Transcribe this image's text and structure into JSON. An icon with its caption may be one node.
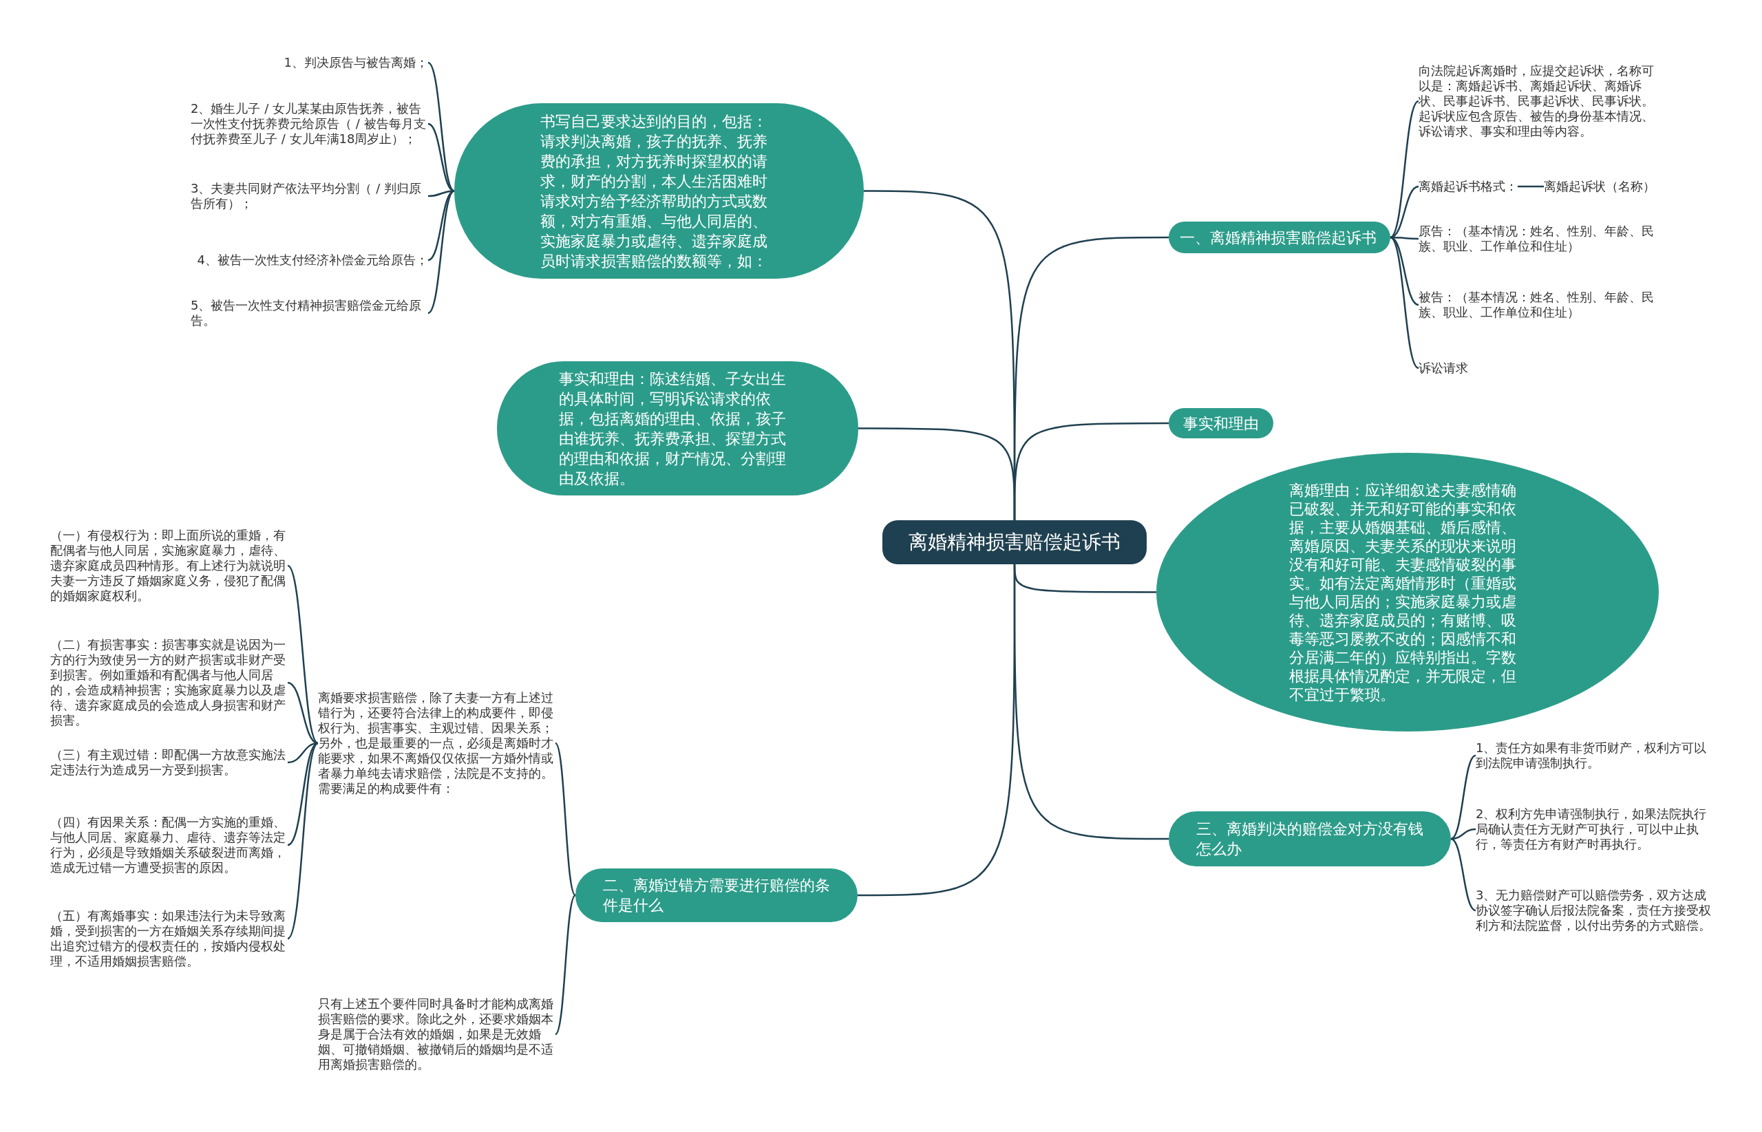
{
  "diagram": {
    "nodes": [
      {
        "text": [
          "离婚精神损害赔偿起诉书"
        ]
      },
      {
        "text": [
          "书写自己要求达到的目的，包括：请求判决离婚，孩子的抚养、抚养费的承担，对方抚养时探望权的请求，财产的分割，本人生活困难时请求对方给予经济帮助的方式或数额，对方有重婚、与他人同居的、实施家庭暴力或虐待、遗弃家庭成员时请求损害赔偿的数额等，如："
        ]
      },
      {
        "text": [
          "1、判决原告与被告离婚；"
        ]
      },
      {
        "text": [
          "2、婚生儿子 / 女儿某某由原告抚养，被告一次性支付抚养费元给原告（ / 被告每月支付抚养费至儿子 / 女儿年满18周岁止）；"
        ]
      },
      {
        "text": [
          "3、夫妻共同财产依法平均分割（ / 判归原告所有）；"
        ]
      },
      {
        "text": [
          "4、被告一次性支付经济补偿金元给原告；"
        ]
      },
      {
        "text": [
          "5、被告一次性支付精神损害赔偿金元给原告。"
        ]
      },
      {
        "text": [
          "事实和理由：陈述结婚、子女出生的具体时间，写明诉讼请求的依据，包括离婚的理由、依据，孩子由谁抚养、抚养费承担、探望方式的理由和依据，财产情况、分割理由及依据。"
        ]
      },
      {
        "text": [
          "二、离婚过错方需要进行赔偿的条件是什么"
        ]
      },
      {
        "text": [
          "离婚要求损害赔偿，除了夫妻一方有上述过错行为，还要符合法律上的构成要件，即侵权行为、损害事实、主观过错、因果关系；另外，也是最重要的一点，必须是离婚时才能要求，如果不离婚仅仅依据一方婚外情或者暴力单纯去请求赔偿，法院是不支持的。需要满足的构成要件有："
        ]
      },
      {
        "text": [
          "（一）有侵权行为：即上面所说的重婚，有配偶者与他人同居，实施家庭暴力，虐待、遗弃家庭成员四种情形。有上述行为就说明夫妻一方违反了婚姻家庭义务，侵犯了配偶的婚姻家庭权利。"
        ]
      },
      {
        "text": [
          "（二）有损害事实：损害事实就是说因为一方的行为致使另一方的财产损害或非财产受到损害。例如重婚和有配偶者与他人同居的，会造成精神损害；实施家庭暴力以及虐待、遗弃家庭成员的会造成人身损害和财产损害。"
        ]
      },
      {
        "text": [
          "（三）有主观过错：即配偶一方故意实施法定违法行为造成另一方受到损害。"
        ]
      },
      {
        "text": [
          "（四）有因果关系：配偶一方实施的重婚、与他人同居、家庭暴力、虐待、遗弃等法定行为，必须是导致婚姻关系破裂进而离婚，造成无过错一方遭受损害的原因。"
        ]
      },
      {
        "text": [
          "（五）有离婚事实：如果违法行为未导致离婚，受到损害的一方在婚姻关系存续期间提出追究过错方的侵权责任的，按婚内侵权处理，不适用婚姻损害赔偿。"
        ]
      },
      {
        "text": [
          "只有上述五个要件同时具备时才能构成离婚损害赔偿的要求。除此之外，还要求婚姻本身是属于合法有效的婚姻，如果是无效婚姻、可撤销婚姻、被撤销后的婚姻均是不适用离婚损害赔偿的。"
        ]
      },
      {
        "text": [
          "一、离婚精神损害赔偿起诉书"
        ]
      },
      {
        "text": [
          "向法院起诉离婚时，应提交起诉状，名称可以是：离婚起诉书、离婚起诉状、离婚诉状、民事起诉书、民事起诉状、民事诉状。起诉状应包含原告、被告的身份基本情况、诉讼请求、事实和理由等内容。"
        ]
      },
      {
        "text": [
          "离婚起诉书格式："
        ]
      },
      {
        "text": [
          "离婚起诉状（名称）"
        ]
      },
      {
        "text": [
          "原告：（基本情况：姓名、性别、年龄、民族、职业、工作单位和住址）"
        ]
      },
      {
        "text": [
          "被告：（基本情况：姓名、性别、年龄、民族、职业、工作单位和住址）"
        ]
      },
      {
        "text": [
          "诉讼请求"
        ]
      },
      {
        "text": [
          "事实和理由"
        ]
      },
      {
        "text": [
          "离婚理由：应详细叙述夫妻感情确已破裂、并无和好可能的事实和依据，主要从婚姻基础、婚后感情、离婚原因、夫妻关系的现状来说明没有和好可能、夫妻感情破裂的事实。如有法定离婚情形时（重婚或与他人同居的；实施家庭暴力或虐待、遗弃家庭成员的；有赌博、吸毒等恶习屡教不改的；因感情不和分居满二年的）应特别指出。字数根据具体情况酌定，并无限定，但不宜过于繁琐。"
        ]
      },
      {
        "text": [
          "三、离婚判决的赔偿金对方没有钱怎么办"
        ]
      },
      {
        "text": [
          "1、责任方如果有非货币财产，权利方可以到法院申请强制执行。"
        ]
      },
      {
        "text": [
          "2、权利方先申请强制执行，如果法院执行局确认责任方无财产可执行，可以中止执行，等责任方有财产时再执行。"
        ]
      },
      {
        "text": [
          "3、无力赔偿财产可以赔偿劳务，双方达成协议签字确认后报法院备案，责任方接受权利方和法院监督，以付出劳务的方式赔偿。"
        ]
      }
    ],
    "edges": [
      {
        "from": 0,
        "to": 1,
        "arrow": "none"
      },
      {
        "from": 1,
        "to": 2,
        "arrow": "none"
      },
      {
        "from": 1,
        "to": 3,
        "arrow": "none"
      },
      {
        "from": 1,
        "to": 4,
        "arrow": "none"
      },
      {
        "from": 1,
        "to": 5,
        "arrow": "none"
      },
      {
        "from": 1,
        "to": 6,
        "arrow": "none"
      },
      {
        "from": 0,
        "to": 7,
        "arrow": "none"
      },
      {
        "from": 0,
        "to": 8,
        "arrow": "none"
      },
      {
        "from": 8,
        "to": 9,
        "arrow": "none"
      },
      {
        "from": 9,
        "to": 10,
        "arrow": "none"
      },
      {
        "from": 9,
        "to": 11,
        "arrow": "none"
      },
      {
        "from": 9,
        "to": 12,
        "arrow": "none"
      },
      {
        "from": 9,
        "to": 13,
        "arrow": "none"
      },
      {
        "from": 9,
        "to": 14,
        "arrow": "none"
      },
      {
        "from": 8,
        "to": 15,
        "arrow": "none"
      },
      {
        "from": 0,
        "to": 16,
        "arrow": "none"
      },
      {
        "from": 16,
        "to": 17,
        "arrow": "none"
      },
      {
        "from": 16,
        "to": 18,
        "arrow": "none"
      },
      {
        "from": 18,
        "to": 19,
        "arrow": "none"
      },
      {
        "from": 16,
        "to": 20,
        "arrow": "none"
      },
      {
        "from": 16,
        "to": 21,
        "arrow": "none"
      },
      {
        "from": 16,
        "to": 22,
        "arrow": "none"
      },
      {
        "from": 0,
        "to": 23,
        "arrow": "none"
      },
      {
        "from": 0,
        "to": 24,
        "arrow": "none"
      },
      {
        "from": 0,
        "to": 25,
        "arrow": "none"
      },
      {
        "from": 25,
        "to": 26,
        "arrow": "none"
      },
      {
        "from": 25,
        "to": 27,
        "arrow": "none"
      },
      {
        "from": 25,
        "to": 28,
        "arrow": "none"
      }
    ]
  }
}
